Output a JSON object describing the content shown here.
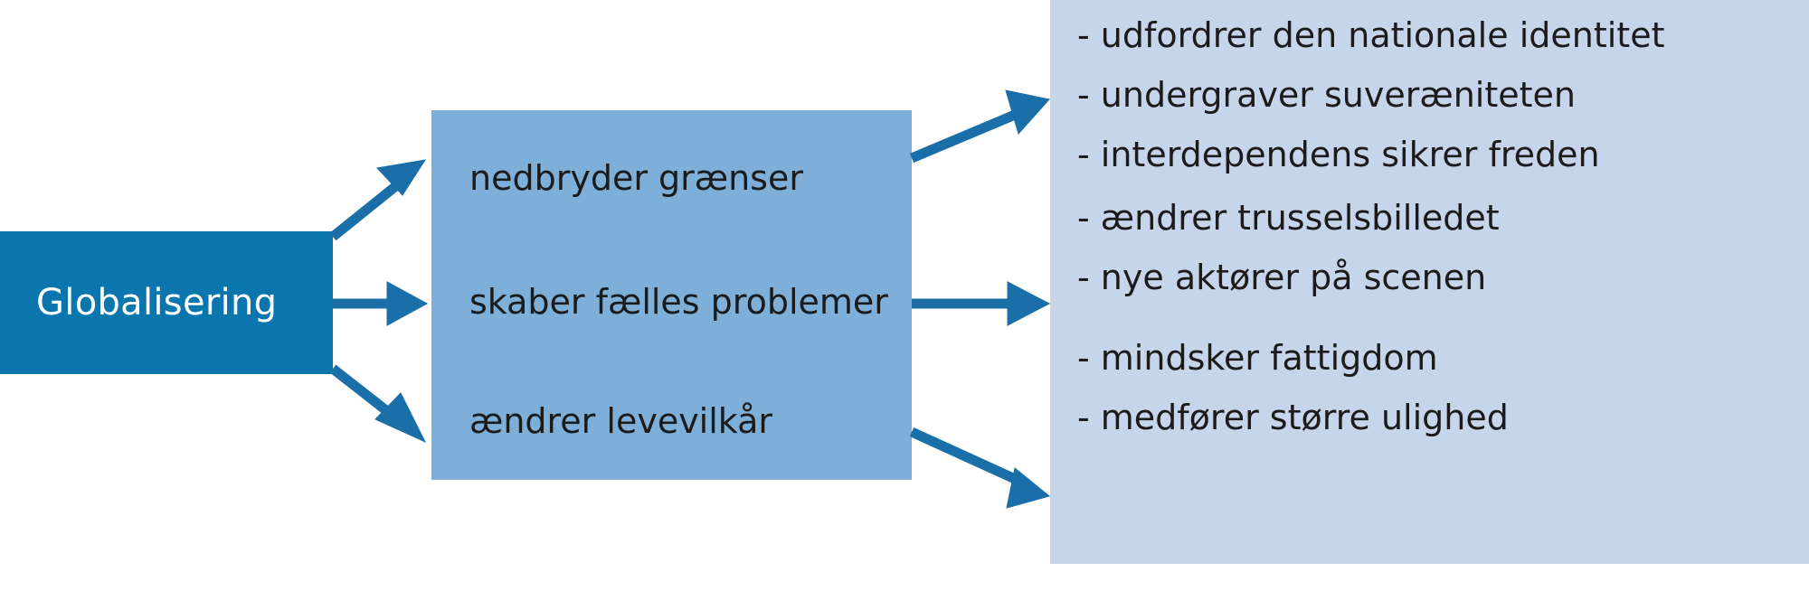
{
  "diagram": {
    "title_text": "Globalisering",
    "colors": {
      "source_box": "#0b76ad",
      "middle_box": "#7dafd8",
      "right_panel": "#c7d5ea",
      "arrow": "#1b6fa8",
      "source_text": "#ffffff",
      "body_text": "#1b1b1b",
      "background": "#ffffff"
    },
    "source": {
      "label": "Globalisering"
    },
    "drivers": [
      {
        "label": "nedbryder grænser"
      },
      {
        "label": "skaber fælles problemer"
      },
      {
        "label": "ændrer levevilkår"
      }
    ],
    "consequence_groups": [
      {
        "lines": [
          "- udfordrer den nationale identitet",
          "- undergraver suveræniteten",
          "- interdependens sikrer freden"
        ]
      },
      {
        "lines": [
          "- ændrer trusselsbilledet",
          "- nye aktører på scenen"
        ]
      },
      {
        "lines": [
          "- mindsker fattigdom",
          "- medfører større ulighed"
        ]
      }
    ],
    "arrows": [
      {
        "name": "arrow-globalisering-to-nedbryder-graenser",
        "direction": "up-right"
      },
      {
        "name": "arrow-globalisering-to-skaber-faelles-problemer",
        "direction": "right"
      },
      {
        "name": "arrow-globalisering-to-aendrer-levevilkaar",
        "direction": "down-right"
      },
      {
        "name": "arrow-drivers-to-identitet-group",
        "direction": "up-right"
      },
      {
        "name": "arrow-drivers-to-trusselsbillede-group",
        "direction": "right"
      },
      {
        "name": "arrow-drivers-to-fattigdom-group",
        "direction": "down-right"
      }
    ]
  }
}
